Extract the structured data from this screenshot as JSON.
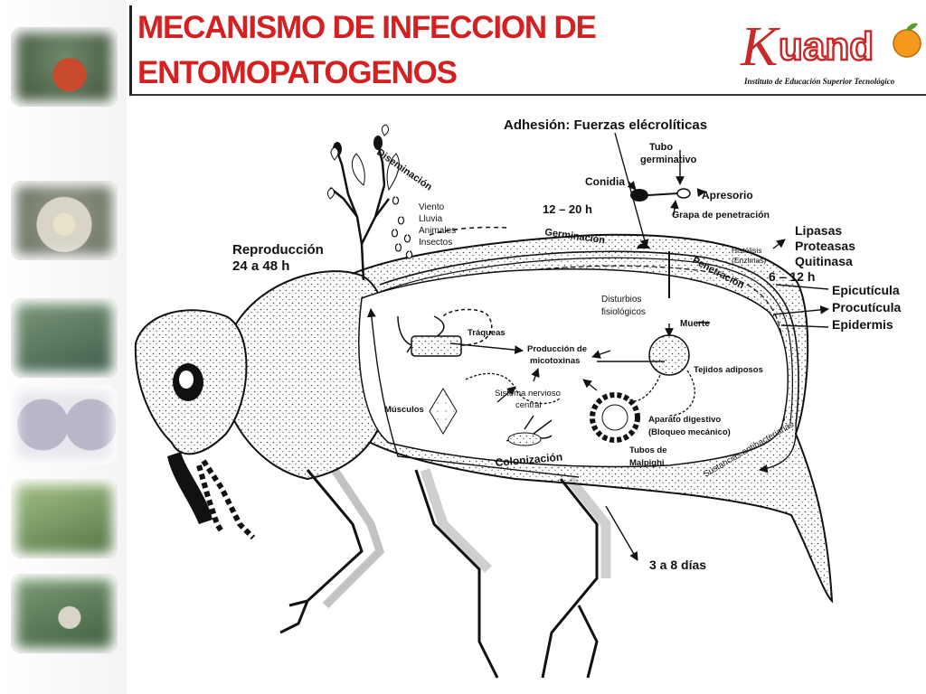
{
  "slide": {
    "title_line1": "MECANISMO DE INFECCION DE",
    "title_line2": "ENTOMOPATOGENOS",
    "title_color": "#d42020"
  },
  "logo": {
    "name": "Kuando",
    "subtitle": "Instituto de Educación Superior Tecnológico"
  },
  "sidebar": {
    "thumbnails": [
      "ladybug-photo",
      "fungus-infected-insect-photo",
      "infected-larva-photo",
      "spores-petri-photo",
      "grasshopper-photo",
      "moth-photo"
    ]
  },
  "diagram": {
    "adhesion": "Adhesión: Fuerzas elécrolíticas",
    "tubo": "Tubo",
    "germinativo": "germinativo",
    "conidia": "Conidia",
    "apresorio": "Apresorio",
    "time_12_20": "12 – 20 h",
    "grapa": "Grapa de penetración",
    "diseminacion": "Diseminación",
    "viento": "Viento",
    "lluvia": "Lluvia",
    "animales": "Animales",
    "insectos": "Insectos",
    "germinacion": "Germinación",
    "reproduccion": "Reproducción",
    "time_24_48": "24 a 48 h",
    "histolisis": "Histólisis",
    "enzimas": "(Enzimas)",
    "lipasas": "Lipasas",
    "proteasas": "Proteasas",
    "quitinasa": "Quitinasa",
    "penetracion": "Penetración",
    "time_6_12": "6 – 12 h",
    "epicuticula": "Epicutícula",
    "procuticula": "Procutícula",
    "epidermis": "Epidermis",
    "disturbios": "Disturbios",
    "fisiologicos": "fisiológicos",
    "muerte": "Muerte",
    "traqueas": "Tráqueas",
    "produccion": "Producción de",
    "micotoxinas": "micotoxinas",
    "tejidos": "Tejidos adiposos",
    "sistema": "Sistema nervioso",
    "central": "central",
    "musculos": "Músculos",
    "aparato": "Aparato digestivo",
    "bloqueo": "(Bloqueo mecánico)",
    "tubos_de": "Tubos de",
    "malpighi": "Malpighi",
    "sustancias": "Sustancias antibacterianas",
    "colonizacion": "Colonización",
    "time_3_8": "3 a 8 días"
  }
}
